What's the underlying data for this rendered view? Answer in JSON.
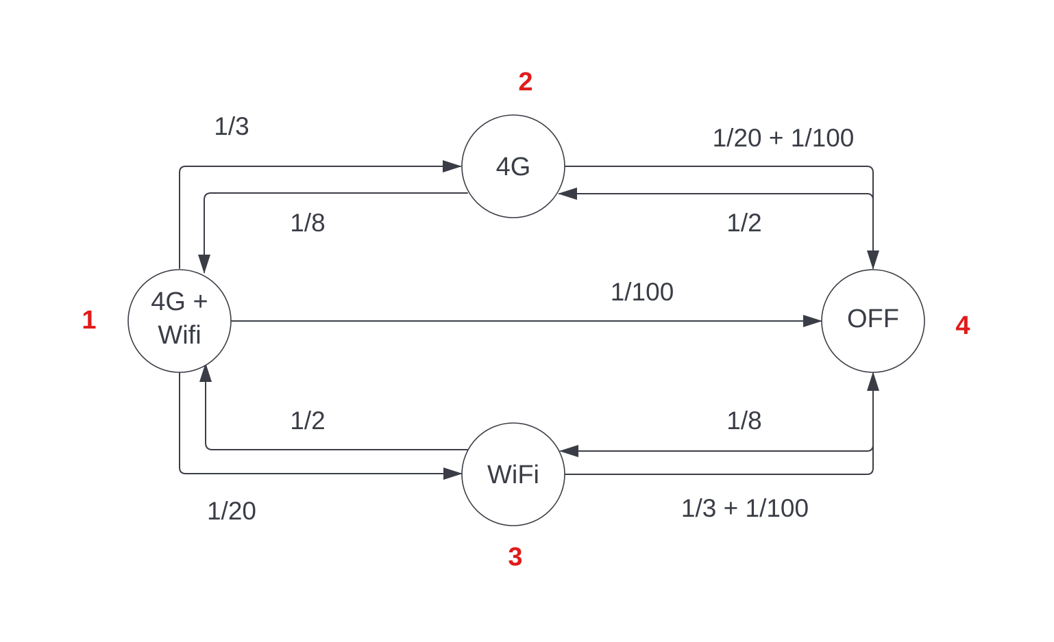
{
  "nodes": {
    "n1": {
      "label_line1": "4G +",
      "label_line2": "Wifi",
      "number": "1"
    },
    "n2": {
      "label": "4G",
      "number": "2"
    },
    "n3": {
      "label": "WiFi",
      "number": "3"
    },
    "n4": {
      "label": "OFF",
      "number": "4"
    }
  },
  "edges": {
    "e1_2": "1/3",
    "e2_1": "1/8",
    "e2_4": "1/20 + 1/100",
    "e4_2": "1/2",
    "e1_4": "1/100",
    "e3_1": "1/2",
    "e1_3": "1/20",
    "e4_3": "1/8",
    "e3_4": "1/3 + 1/100"
  },
  "colors": {
    "stroke": "#3a3d45",
    "state_number": "#e01b1b"
  }
}
